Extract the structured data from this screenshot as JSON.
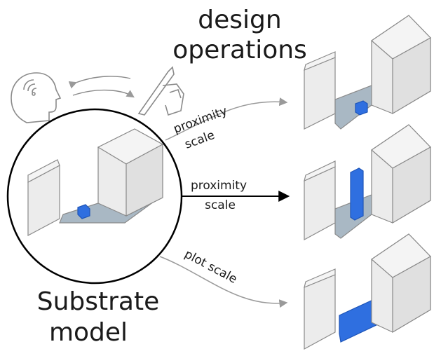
{
  "title": {
    "line1": "design",
    "line2": "operations"
  },
  "substrate": {
    "line1": "Substrate",
    "line2": "model"
  },
  "arrows": {
    "top": {
      "line1": "proximity",
      "line2": "scale"
    },
    "middle": {
      "line1": "proximity",
      "line2": "scale"
    },
    "bottom": {
      "line1": "plot scale"
    }
  },
  "colors": {
    "accent_blue": "#2f6fe0",
    "plot_gray": "#a9b8c4",
    "building_top": "#f4f4f4",
    "building_side": "#e2e2e2",
    "building_front": "#ececec",
    "stroke": "#8a8a8a"
  },
  "icons": [
    "head-listening-icon",
    "sound-waves-icon",
    "drawing-tool-icon"
  ]
}
